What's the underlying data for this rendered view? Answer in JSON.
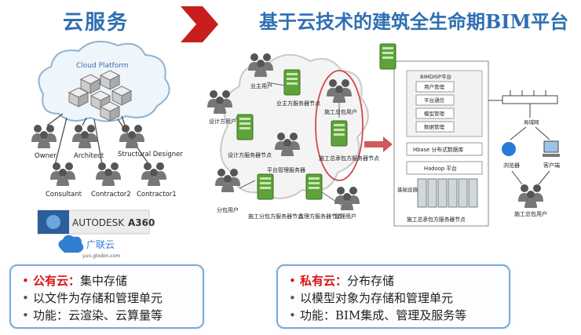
{
  "left_title": "云服务",
  "right_title": "基于云技术的建筑全生命期BIM平台",
  "left_diagram": {
    "cloud_label": "Cloud Platform",
    "roles": [
      "Owner",
      "Architect",
      "Structural Designer",
      "Consultant",
      "Contractor2",
      "Contractor1"
    ],
    "logos": {
      "autodesk": "AUTODESK",
      "a360": "A360",
      "glodon": "广联云",
      "glodon_url": "yun.glodon.com"
    }
  },
  "right_diagram": {
    "nodes": {
      "owner_user": "业主用户",
      "owner_server": "业主方服务器节点",
      "designer_user": "设计方用户",
      "designer_server": "设计方服务器节点",
      "gc_user": "施工总包用户",
      "gc_server": "施工总承包方服务器节点",
      "platform_server": "平台管理服务器",
      "sub_user": "分包用户",
      "sub_server": "施工分包方服务器节点",
      "supervisor_server": "监理方服务器节点",
      "supervisor_user": "监理用户"
    },
    "bimdisp": {
      "title": "BIMDISP平台",
      "modules": [
        "用户管理",
        "平台通信",
        "模型管理",
        "数据管理"
      ],
      "hbase": "Hbase 分布式数据库",
      "hadoop": "Hadoop 平台",
      "infra": "基础设施",
      "footer": "施工总承包方服务器节点"
    },
    "lan": "局域网",
    "browser": "浏览器",
    "client": "客户端",
    "gc_user_right": "施工总包用户"
  },
  "public_cloud": {
    "label": "公有云：",
    "text": "集中存储",
    "items": [
      "以文件为存储和管理单元",
      "功能：云渲染、云算量等"
    ]
  },
  "private_cloud": {
    "label": "私有云：",
    "text": "分布存储",
    "items": [
      "以模型对象为存储和管理单元",
      "功能：BIM集成、管理及服务等"
    ]
  }
}
